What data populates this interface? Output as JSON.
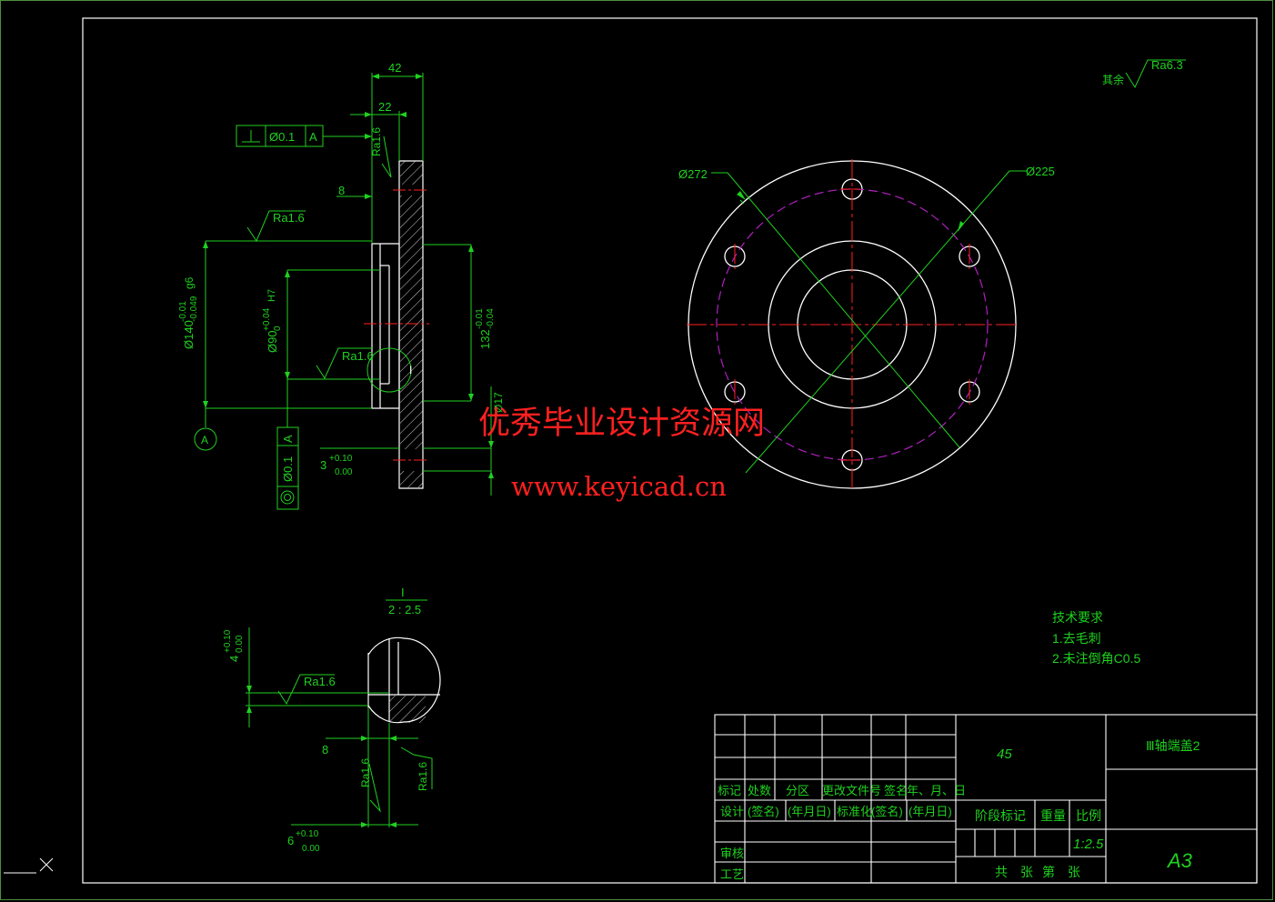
{
  "surface_roughness_note": {
    "prefix": "其余",
    "value": "Ra6.3"
  },
  "dimensions": {
    "d42": "42",
    "d22": "22",
    "d8": "8",
    "ra16_top": "Ra1.6",
    "ra16_upper": "Ra1.6",
    "ra16_inner": "Ra1.6",
    "phi140": "Ø140",
    "phi140_tol_top": "-0.01",
    "phi140_tol_bottom": "-0.049",
    "phi140_fit": "g6",
    "phi90": "Ø90",
    "phi90_tol_top": "+0.04",
    "phi90_tol_bottom": "0",
    "phi90_fit": "H7",
    "d132": "132",
    "d132_tol_top": "-0.01",
    "d132_tol_bottom": "-0.04",
    "phi17": "Ø17",
    "d3": "3",
    "d3_tol_top": "+0.10",
    "d3_tol_bottom": "0.00",
    "datum": "A",
    "detail_mark": "I"
  },
  "tolerance_frames": {
    "perpendicularity": {
      "value": "Ø0.1",
      "datum": "A"
    },
    "concentricity": {
      "value": "Ø0.1",
      "datum": "A"
    }
  },
  "front_view": {
    "phi272": "Ø272",
    "phi225": "Ø225"
  },
  "detail_view": {
    "label_top": "I",
    "label_bottom": "2 : 2.5",
    "d4": "4",
    "d4_tol_top": "+0.10",
    "d4_tol_bottom": "0.00",
    "ra16_a": "Ra1.6",
    "d8": "8",
    "ra16_b": "Ra1.6",
    "ra16_c": "Ra1.6",
    "d6": "6",
    "d6_tol_top": "+0.10",
    "d6_tol_bottom": "0.00"
  },
  "watermark": {
    "title": "优秀毕业设计资源网",
    "url": "www.keyicad.cn"
  },
  "tech_requirements": {
    "heading": "技术要求",
    "items": [
      "1.去毛刺",
      "2.未注倒角C0.5"
    ]
  },
  "title_block": {
    "material": "45",
    "part_name": "Ⅲ轴端盖2",
    "revision_headers": [
      "标记",
      "处数",
      "分区",
      "更改文件号",
      "签名",
      "年、月、日"
    ],
    "design_row": [
      "设计",
      "(签名)",
      "(年月日)",
      "标准化",
      "(签名)",
      "(年月日)"
    ],
    "stage_headers": [
      "阶段标记",
      "重量",
      "比例"
    ],
    "scale": "1:2.5",
    "review": "审核",
    "process": "工艺",
    "sheet": [
      "共",
      "张",
      "第",
      "张"
    ],
    "sheet_size": "A3"
  },
  "colors": {
    "annotation": "#1fd11f",
    "outline": "#ffffff",
    "centerline": "#ff2020",
    "hidden": "#b020c0",
    "watermark": "#ff2020"
  }
}
